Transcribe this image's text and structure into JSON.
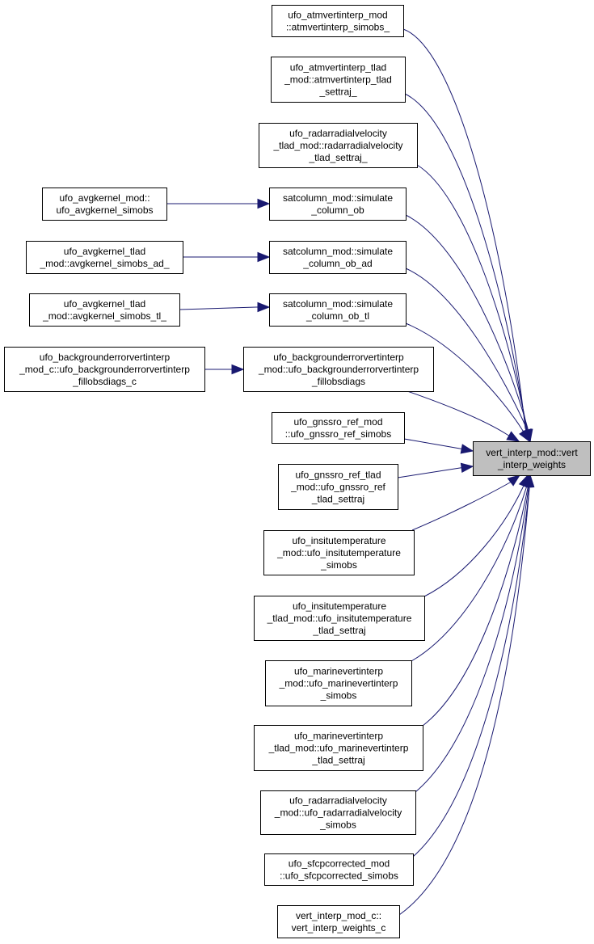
{
  "graph": {
    "title": "",
    "edge_color": "#191970",
    "target_fill": "#bfbfbf",
    "target": {
      "id": "vert_interp_weights",
      "lines": [
        "vert_interp_mod::vert",
        "_interp_weights"
      ]
    },
    "nodes": [
      {
        "id": "atmvertinterp_simobs",
        "lines": [
          "ufo_atmvertinterp_mod",
          "::atmvertinterp_simobs_"
        ]
      },
      {
        "id": "atmvertinterp_tlad_settraj",
        "lines": [
          "ufo_atmvertinterp_tlad",
          "_mod::atmvertinterp_tlad",
          "_settraj_"
        ]
      },
      {
        "id": "radarradialvelocity_tlad_settraj",
        "lines": [
          "ufo_radarradialvelocity",
          "_tlad_mod::radarradialvelocity",
          "_tlad_settraj_"
        ]
      },
      {
        "id": "simulate_column_ob",
        "lines": [
          "satcolumn_mod::simulate",
          "_column_ob"
        ]
      },
      {
        "id": "simulate_column_ob_ad",
        "lines": [
          "satcolumn_mod::simulate",
          "_column_ob_ad"
        ]
      },
      {
        "id": "simulate_column_ob_tl",
        "lines": [
          "satcolumn_mod::simulate",
          "_column_ob_tl"
        ]
      },
      {
        "id": "bgerr_fillobsdiags",
        "lines": [
          "ufo_backgrounderrorvertinterp",
          "_mod::ufo_backgrounderrorvertinterp",
          "_fillobsdiags"
        ]
      },
      {
        "id": "gnssro_ref_simobs",
        "lines": [
          "ufo_gnssro_ref_mod",
          "::ufo_gnssro_ref_simobs"
        ]
      },
      {
        "id": "gnssro_ref_tlad_settraj",
        "lines": [
          "ufo_gnssro_ref_tlad",
          "_mod::ufo_gnssro_ref",
          "_tlad_settraj"
        ]
      },
      {
        "id": "insitutemperature_simobs",
        "lines": [
          "ufo_insitutemperature",
          "_mod::ufo_insitutemperature",
          "_simobs"
        ]
      },
      {
        "id": "insitutemperature_tlad_settraj",
        "lines": [
          "ufo_insitutemperature",
          "_tlad_mod::ufo_insitutemperature",
          "_tlad_settraj"
        ]
      },
      {
        "id": "marinevertinterp_simobs",
        "lines": [
          "ufo_marinevertinterp",
          "_mod::ufo_marinevertinterp",
          "_simobs"
        ]
      },
      {
        "id": "marinevertinterp_tlad_settraj",
        "lines": [
          "ufo_marinevertinterp",
          "_tlad_mod::ufo_marinevertinterp",
          "_tlad_settraj"
        ]
      },
      {
        "id": "radarradialvelocity_simobs",
        "lines": [
          "ufo_radarradialvelocity",
          "_mod::ufo_radarradialvelocity",
          "_simobs"
        ]
      },
      {
        "id": "sfcpcorrected_simobs",
        "lines": [
          "ufo_sfcpcorrected_mod",
          "::ufo_sfcpcorrected_simobs"
        ]
      },
      {
        "id": "vert_interp_weights_c",
        "lines": [
          "vert_interp_mod_c::",
          "vert_interp_weights_c"
        ]
      },
      {
        "id": "avgkernel_simobs",
        "lines": [
          "ufo_avgkernel_mod::",
          "ufo_avgkernel_simobs"
        ]
      },
      {
        "id": "avgkernel_simobs_ad",
        "lines": [
          "ufo_avgkernel_tlad",
          "_mod::avgkernel_simobs_ad_"
        ]
      },
      {
        "id": "avgkernel_simobs_tl",
        "lines": [
          "ufo_avgkernel_tlad",
          "_mod::avgkernel_simobs_tl_"
        ]
      },
      {
        "id": "bgerr_fillobsdiags_c",
        "lines": [
          "ufo_backgrounderrorvertinterp",
          "_mod_c::ufo_backgrounderrorvertinterp",
          "_fillobsdiags_c"
        ]
      }
    ],
    "edges": [
      {
        "from": "atmvertinterp_simobs",
        "to": "vert_interp_weights"
      },
      {
        "from": "atmvertinterp_tlad_settraj",
        "to": "vert_interp_weights"
      },
      {
        "from": "radarradialvelocity_tlad_settraj",
        "to": "vert_interp_weights"
      },
      {
        "from": "simulate_column_ob",
        "to": "vert_interp_weights"
      },
      {
        "from": "simulate_column_ob_ad",
        "to": "vert_interp_weights"
      },
      {
        "from": "simulate_column_ob_tl",
        "to": "vert_interp_weights"
      },
      {
        "from": "bgerr_fillobsdiags",
        "to": "vert_interp_weights"
      },
      {
        "from": "gnssro_ref_simobs",
        "to": "vert_interp_weights"
      },
      {
        "from": "gnssro_ref_tlad_settraj",
        "to": "vert_interp_weights"
      },
      {
        "from": "insitutemperature_simobs",
        "to": "vert_interp_weights"
      },
      {
        "from": "insitutemperature_tlad_settraj",
        "to": "vert_interp_weights"
      },
      {
        "from": "marinevertinterp_simobs",
        "to": "vert_interp_weights"
      },
      {
        "from": "marinevertinterp_tlad_settraj",
        "to": "vert_interp_weights"
      },
      {
        "from": "radarradialvelocity_simobs",
        "to": "vert_interp_weights"
      },
      {
        "from": "sfcpcorrected_simobs",
        "to": "vert_interp_weights"
      },
      {
        "from": "vert_interp_weights_c",
        "to": "vert_interp_weights"
      },
      {
        "from": "avgkernel_simobs",
        "to": "simulate_column_ob"
      },
      {
        "from": "avgkernel_simobs_ad",
        "to": "simulate_column_ob_ad"
      },
      {
        "from": "avgkernel_simobs_tl",
        "to": "simulate_column_ob_tl"
      },
      {
        "from": "bgerr_fillobsdiags_c",
        "to": "bgerr_fillobsdiags"
      }
    ]
  }
}
